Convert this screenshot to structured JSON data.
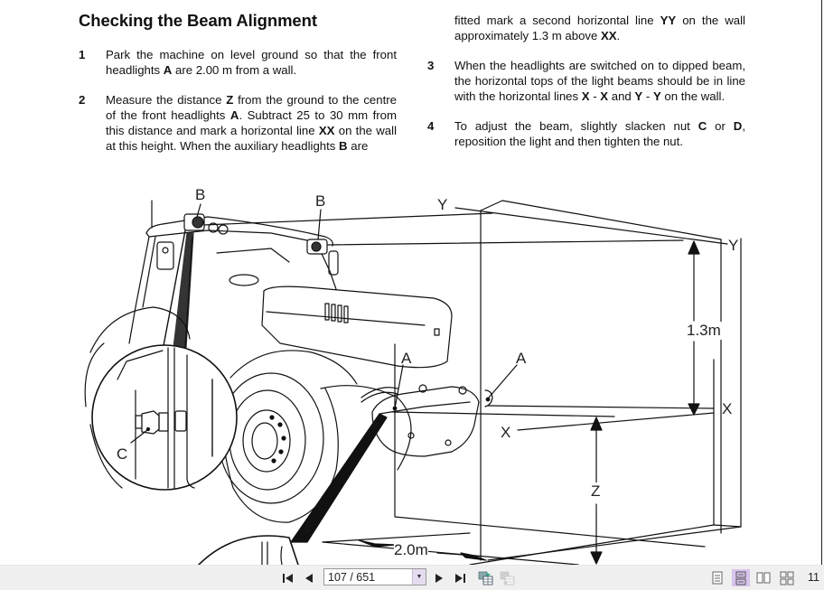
{
  "document": {
    "title": "Checking the Beam Alignment",
    "steps": [
      {
        "num": "1",
        "segments": [
          {
            "t": "Park the machine on level ground so that the front headlights "
          },
          {
            "t": "A",
            "b": true
          },
          {
            "t": " are 2.00 m from a wall."
          }
        ]
      },
      {
        "num": "2",
        "segments": [
          {
            "t": "Measure the distance "
          },
          {
            "t": "Z",
            "b": true
          },
          {
            "t": " from the ground to the centre of the front headlights "
          },
          {
            "t": "A",
            "b": true
          },
          {
            "t": ". Subtract 25 to 30 mm from this distance and mark a horizontal line "
          },
          {
            "t": "XX",
            "b": true
          },
          {
            "t": " on the wall at this height. When the auxiliary headlights "
          },
          {
            "t": "B",
            "b": true
          },
          {
            "t": " are"
          }
        ],
        "continuation": [
          {
            "t": "fitted mark a second horizontal line "
          },
          {
            "t": "YY",
            "b": true
          },
          {
            "t": " on the wall approximately 1.3 m above "
          },
          {
            "t": "XX",
            "b": true
          },
          {
            "t": "."
          }
        ]
      },
      {
        "num": "3",
        "segments": [
          {
            "t": "When the headlights are switched on to dipped beam, the horizontal tops of the light beams should be in line with the horizontal lines "
          },
          {
            "t": "X",
            "b": true
          },
          {
            "t": " - "
          },
          {
            "t": "X",
            "b": true
          },
          {
            "t": " and "
          },
          {
            "t": "Y",
            "b": true
          },
          {
            "t": " - "
          },
          {
            "t": "Y",
            "b": true
          },
          {
            "t": " on the wall."
          }
        ]
      },
      {
        "num": "4",
        "segments": [
          {
            "t": "To adjust the beam, slightly slacken nut "
          },
          {
            "t": "C",
            "b": true
          },
          {
            "t": " or "
          },
          {
            "t": "D",
            "b": true
          },
          {
            "t": ", reposition the light and then tighten the nut."
          }
        ]
      }
    ]
  },
  "diagram": {
    "labels": {
      "b_left": "B",
      "b_right": "B",
      "y_left": "Y",
      "y_right": "Y",
      "height_yy": "1.3m",
      "a_left": "A",
      "a_right": "A",
      "x_right": "X",
      "x_left": "X",
      "z": "Z",
      "c": "C",
      "distance": "2.0m"
    }
  },
  "toolbar": {
    "first_page_icon": "first-page-icon",
    "prev_page_icon": "prev-page-icon",
    "page_value": "107 / 651",
    "current_page": 107,
    "total_pages": 651,
    "next_page_icon": "next-page-icon",
    "last_page_icon": "last-page-icon",
    "prev_view_icon": "previous-view-icon",
    "next_view_icon": "next-view-icon",
    "view_modes": [
      "single-page",
      "continuous",
      "facing",
      "continuous-facing"
    ],
    "selected_view": "continuous",
    "zoom_text": "11",
    "accent_color": "#d8c4ec"
  }
}
